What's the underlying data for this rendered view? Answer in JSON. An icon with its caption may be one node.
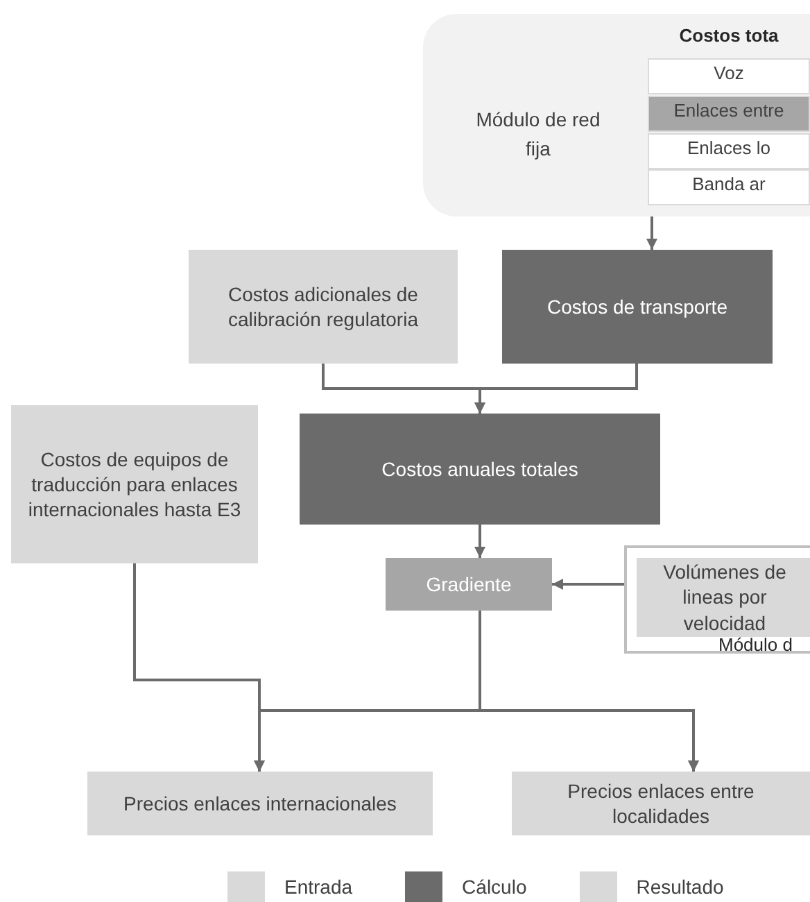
{
  "diagram": {
    "nodes": [
      {
        "text": [
          "Módulo de red fija"
        ]
      },
      {
        "text": [
          "Costos tota"
        ],
        "in": 0
      },
      {
        "text": [
          "Voz"
        ],
        "in": 1
      },
      {
        "text": [
          "Enlaces entre"
        ],
        "in": 1
      },
      {
        "text": [
          "Enlaces lo"
        ],
        "in": 1
      },
      {
        "text": [
          "Banda ar"
        ],
        "in": 1
      },
      {
        "text": [
          "Costos adicionales de calibración regulatoria"
        ]
      },
      {
        "text": [
          "Costos de transporte"
        ]
      },
      {
        "text": [
          "Costos de equipos de traducción para enlaces internacionales hasta E3"
        ]
      },
      {
        "text": [
          "Costos anuales totales"
        ]
      },
      {
        "text": [
          "Gradiente"
        ]
      },
      {
        "text": [
          "Módulo d"
        ]
      },
      {
        "text": [
          "Volúmenes de lineas por velocidad"
        ],
        "in": 11
      },
      {
        "text": [
          "Precios enlaces internacionales"
        ]
      },
      {
        "text": [
          "Precios enlaces entre localidades"
        ]
      }
    ],
    "edges": [
      {
        "from": 0,
        "to": 7,
        "arrow": "to"
      },
      {
        "from": 6,
        "to": 9,
        "arrow": "to"
      },
      {
        "from": 7,
        "to": 9,
        "arrow": "to"
      },
      {
        "from": 9,
        "to": 10,
        "arrow": "to"
      },
      {
        "from": 11,
        "to": 10,
        "arrow": "to"
      },
      {
        "from": 10,
        "to": 13,
        "arrow": "to"
      },
      {
        "from": 10,
        "to": 14,
        "arrow": "to"
      },
      {
        "from": 8,
        "to": 13,
        "arrow": "to"
      },
      {
        "from": 8,
        "to": 14,
        "arrow": "to"
      }
    ],
    "legend": [
      {
        "text": "Entrada",
        "color": "#d9d9d9"
      },
      {
        "text": "Cálculo",
        "color": "#6b6b6b"
      },
      {
        "text": "Resultado",
        "color": "#d9d9d9"
      }
    ]
  }
}
